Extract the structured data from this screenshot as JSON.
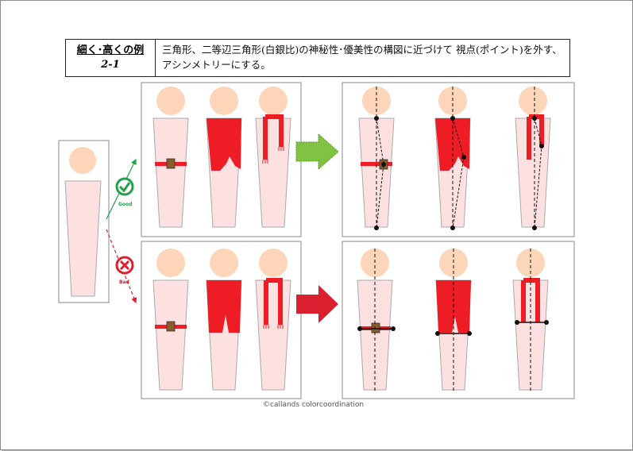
{
  "header": {
    "label_line1": "細く･高くの例",
    "label_line2": "2-1",
    "description": "三角形、二等辺三角形(白銀比)の神秘性･優美性の構図に近づけて 視点(ポイント)を外す、アシンメトリーにする。"
  },
  "labels": {
    "good": "Good",
    "bad": "Bad"
  },
  "credit": "©callands colorcoordination",
  "colors": {
    "skin": "#fdd5b8",
    "body": "#fde0e0",
    "red": "#ee1c25",
    "buckle": "#8b5a2b",
    "good_green": "#22a04a",
    "bad_red": "#d9202e",
    "arrow_green": "#80c342"
  }
}
